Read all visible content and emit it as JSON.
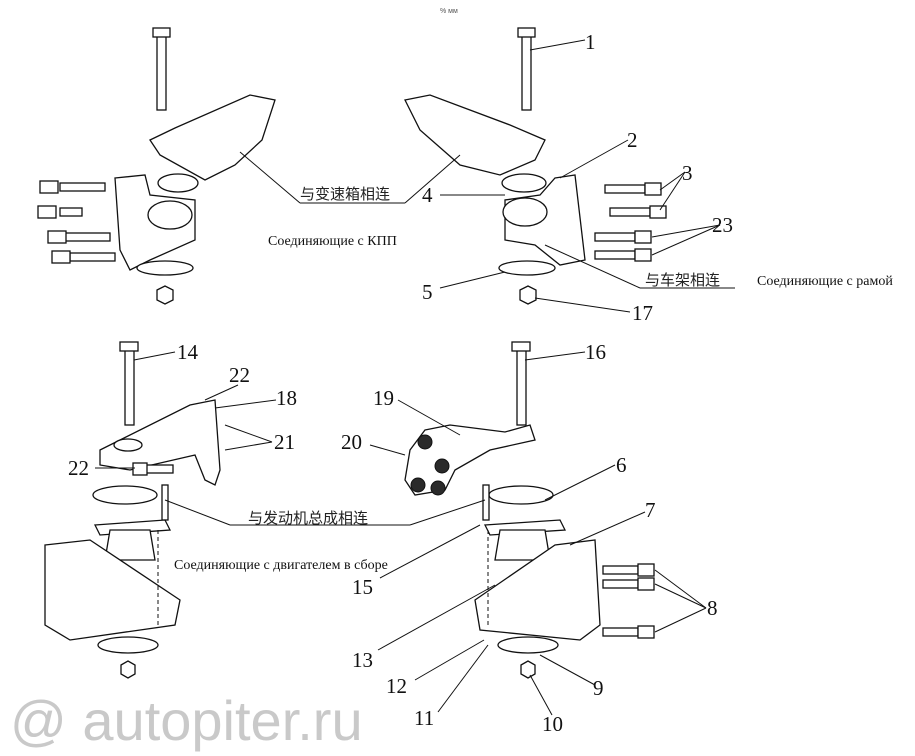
{
  "top_mark": "% мм",
  "watermark": "autopiter.ru",
  "captions": {
    "gearbox_cn": "与变速箱相连",
    "gearbox_ru": "Соединяющие с КПП",
    "frame_cn": "与车架相连",
    "frame_ru": "Соединяющие с рамой",
    "engine_cn": "与发动机总成相连",
    "engine_ru": "Соединяющие с двигателем в сборе"
  },
  "callouts": [
    "1",
    "2",
    "3",
    "23",
    "4",
    "5",
    "17",
    "14",
    "22",
    "18",
    "21",
    "22",
    "16",
    "19",
    "20",
    "6",
    "7",
    "8",
    "15",
    "13",
    "12",
    "9",
    "11",
    "10"
  ]
}
